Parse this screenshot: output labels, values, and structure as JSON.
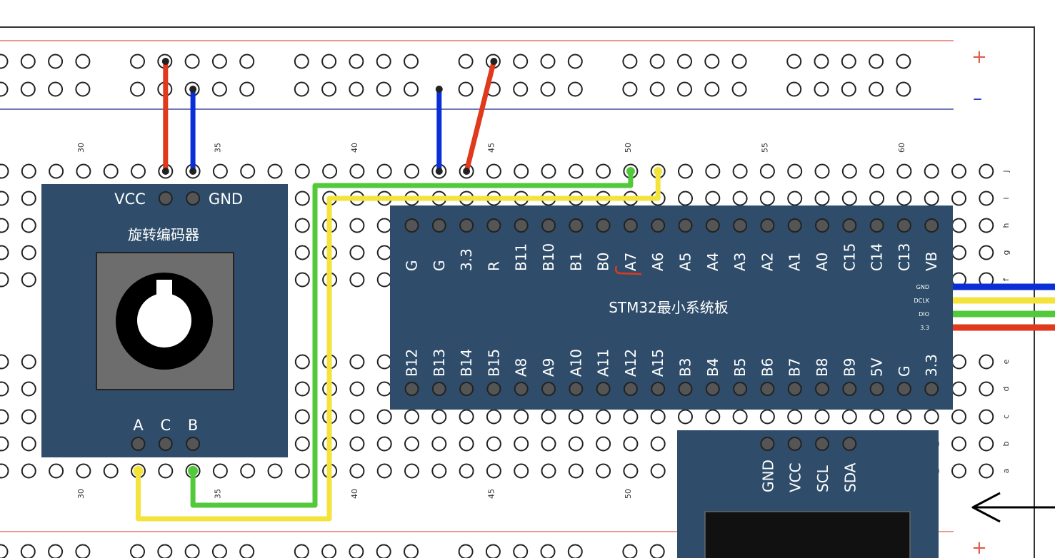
{
  "breadboard": {
    "rail_plus": "+",
    "rail_minus": "–",
    "column_numbers_top": [
      "30",
      "35",
      "40",
      "45",
      "50",
      "55",
      "60"
    ],
    "column_numbers_bottom": [
      "30",
      "35",
      "40",
      "45",
      "50"
    ],
    "row_letters_top": [
      "j",
      "i",
      "h",
      "g",
      "f"
    ],
    "row_letters_bottom": [
      "e",
      "d",
      "c",
      "b",
      "a"
    ]
  },
  "encoder": {
    "label": "旋转编码器",
    "power_pins": [
      "VCC",
      "GND"
    ],
    "signal_pins": [
      "A",
      "C",
      "B"
    ]
  },
  "stm32": {
    "label": "STM32最小系统板",
    "top_pins": [
      "G",
      "G",
      "3.3",
      "R",
      "B11",
      "B10",
      "B1",
      "B0",
      "A7",
      "A6",
      "A5",
      "A4",
      "A3",
      "A2",
      "A1",
      "A0",
      "C15",
      "C14",
      "C13",
      "VB"
    ],
    "bottom_pins": [
      "B12",
      "B13",
      "B14",
      "B15",
      "A8",
      "A9",
      "A10",
      "A11",
      "A12",
      "A15",
      "B3",
      "B4",
      "B5",
      "B6",
      "B7",
      "B8",
      "B9",
      "5V",
      "G",
      "3.3"
    ],
    "swd_pins": [
      "GND",
      "DCLK",
      "DIO",
      "3.3"
    ]
  },
  "oled": {
    "pins": [
      "GND",
      "VCC",
      "SCL",
      "SDA"
    ]
  },
  "colors": {
    "module": "#2f4d6a",
    "wire_red": "#e0391c",
    "wire_blue": "#0b2fd6",
    "wire_green": "#52c93a",
    "wire_yellow": "#f4e33a"
  }
}
